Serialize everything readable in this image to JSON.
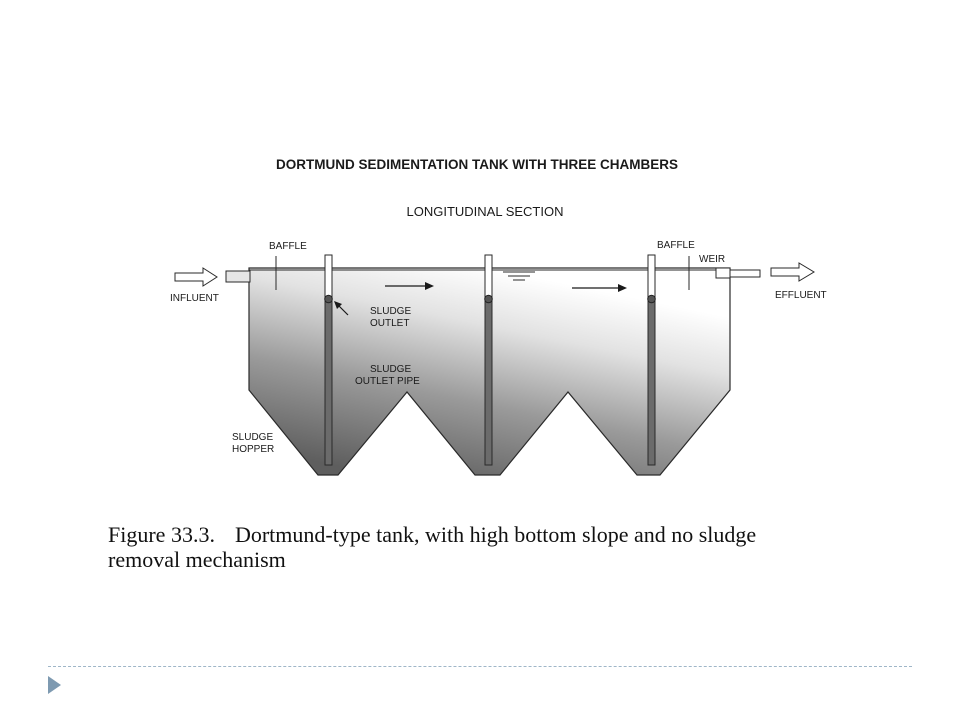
{
  "diagram": {
    "title": "DORTMUND SEDIMENTATION TANK WITH THREE CHAMBERS",
    "subtitle": "LONGITUDINAL SECTION",
    "labels": {
      "baffle_left": "BAFFLE",
      "baffle_right": "BAFFLE",
      "weir": "WEIR",
      "influent": "INFLUENT",
      "effluent": "EFFLUENT",
      "sludge_outlet_1": "SLUDGE",
      "sludge_outlet_2": "OUTLET",
      "sludge_pipe_1": "SLUDGE",
      "sludge_pipe_2": "OUTLET PIPE",
      "hopper_1": "SLUDGE",
      "hopper_2": "HOPPER"
    }
  },
  "caption": {
    "number": "Figure 33.3.",
    "text": "Dortmund-type tank, with high bottom slope and no sludge removal mechanism"
  },
  "colors": {
    "bullet": "#7e9ab1",
    "divider": "#9fb6c8"
  }
}
